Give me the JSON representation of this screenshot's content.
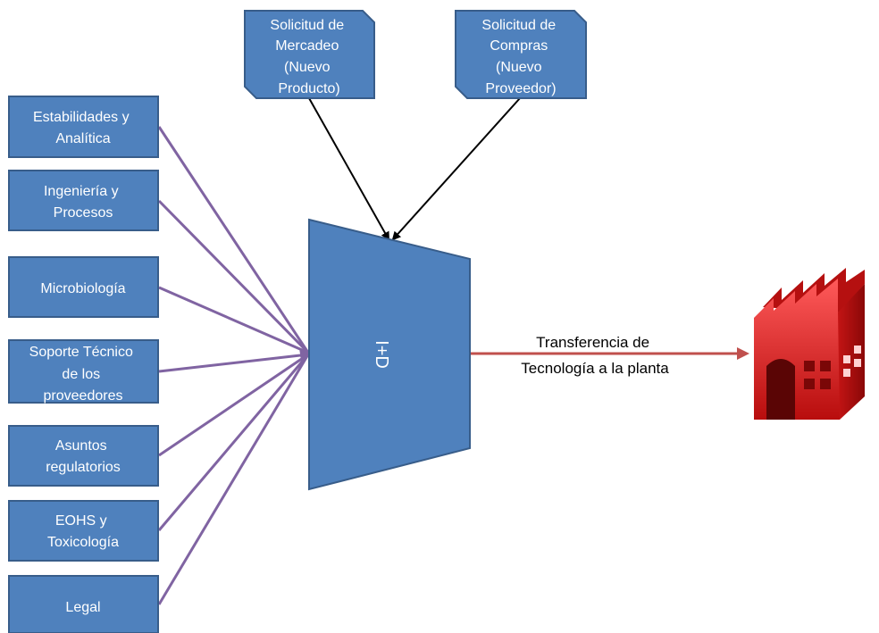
{
  "departments": [
    {
      "lines": [
        "Estabilidades y",
        "Analítica"
      ]
    },
    {
      "lines": [
        "Ingeniería y",
        "Procesos"
      ]
    },
    {
      "lines": [
        "Microbiología"
      ]
    },
    {
      "lines": [
        "Soporte Técnico",
        "de los",
        "proveedores"
      ]
    },
    {
      "lines": [
        "Asuntos",
        "regulatorios"
      ]
    },
    {
      "lines": [
        "EOHS y",
        "Toxicología"
      ]
    },
    {
      "lines": [
        "Legal"
      ]
    }
  ],
  "requests": [
    {
      "lines": [
        "Solicitud de",
        "Mercadeo",
        "(Nuevo",
        "Producto)"
      ]
    },
    {
      "lines": [
        "Solicitud de",
        "Compras",
        "(Nuevo",
        "Proveedor)"
      ]
    }
  ],
  "center": {
    "label": "I+D"
  },
  "transfer": {
    "lines": [
      "Transferencia de",
      "Tecnología a la planta"
    ]
  },
  "colors": {
    "box_fill": "#4f81bd",
    "box_border": "#385d8a",
    "input_links": "#8064a2",
    "request_links": "#000000",
    "output_link": "#c0504d",
    "factory": "#e41f1f"
  },
  "icons": {
    "destination": "factory-icon"
  }
}
